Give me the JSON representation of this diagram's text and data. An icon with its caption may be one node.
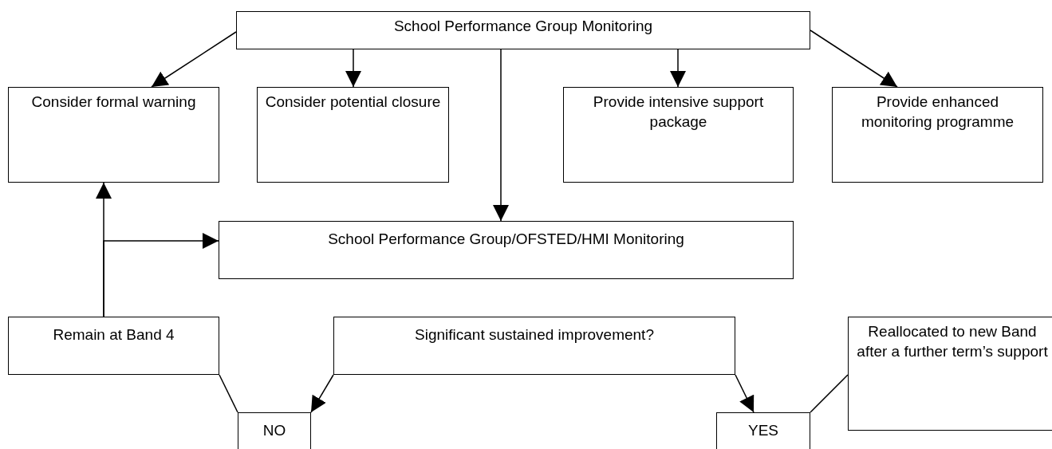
{
  "diagram": {
    "nodes": [
      {
        "text": [
          "School Performance Group Monitoring"
        ]
      },
      {
        "text": [
          "Consider formal warning"
        ]
      },
      {
        "text": [
          "Consider potential closure"
        ]
      },
      {
        "text": [
          "Provide intensive support package"
        ]
      },
      {
        "text": [
          "Provide enhanced monitoring programme"
        ]
      },
      {
        "text": [
          "School Performance Group/OFSTED/HMI Monitoring"
        ]
      },
      {
        "text": [
          "Remain at Band 4"
        ]
      },
      {
        "text": [
          "Significant sustained improvement?"
        ]
      },
      {
        "text": [
          "Reallocated to new Band after a further term’s support"
        ]
      },
      {
        "text": [
          "NO"
        ]
      },
      {
        "text": [
          "YES"
        ]
      }
    ],
    "edges": [
      {
        "from": 0,
        "to": 1,
        "arrow": "to"
      },
      {
        "from": 0,
        "to": 2,
        "arrow": "to"
      },
      {
        "from": 0,
        "to": 5,
        "arrow": "to"
      },
      {
        "from": 0,
        "to": 3,
        "arrow": "to"
      },
      {
        "from": 0,
        "to": 4,
        "arrow": "to"
      },
      {
        "from": 6,
        "to": 1,
        "arrow": "to"
      },
      {
        "from": 6,
        "to": 5,
        "arrow": "to"
      },
      {
        "from": 7,
        "to": 9,
        "arrow": "to"
      },
      {
        "from": 7,
        "to": 10,
        "arrow": "to"
      },
      {
        "from": 9,
        "to": 6,
        "arrow": "none"
      },
      {
        "from": 10,
        "to": 8,
        "arrow": "none"
      }
    ]
  }
}
